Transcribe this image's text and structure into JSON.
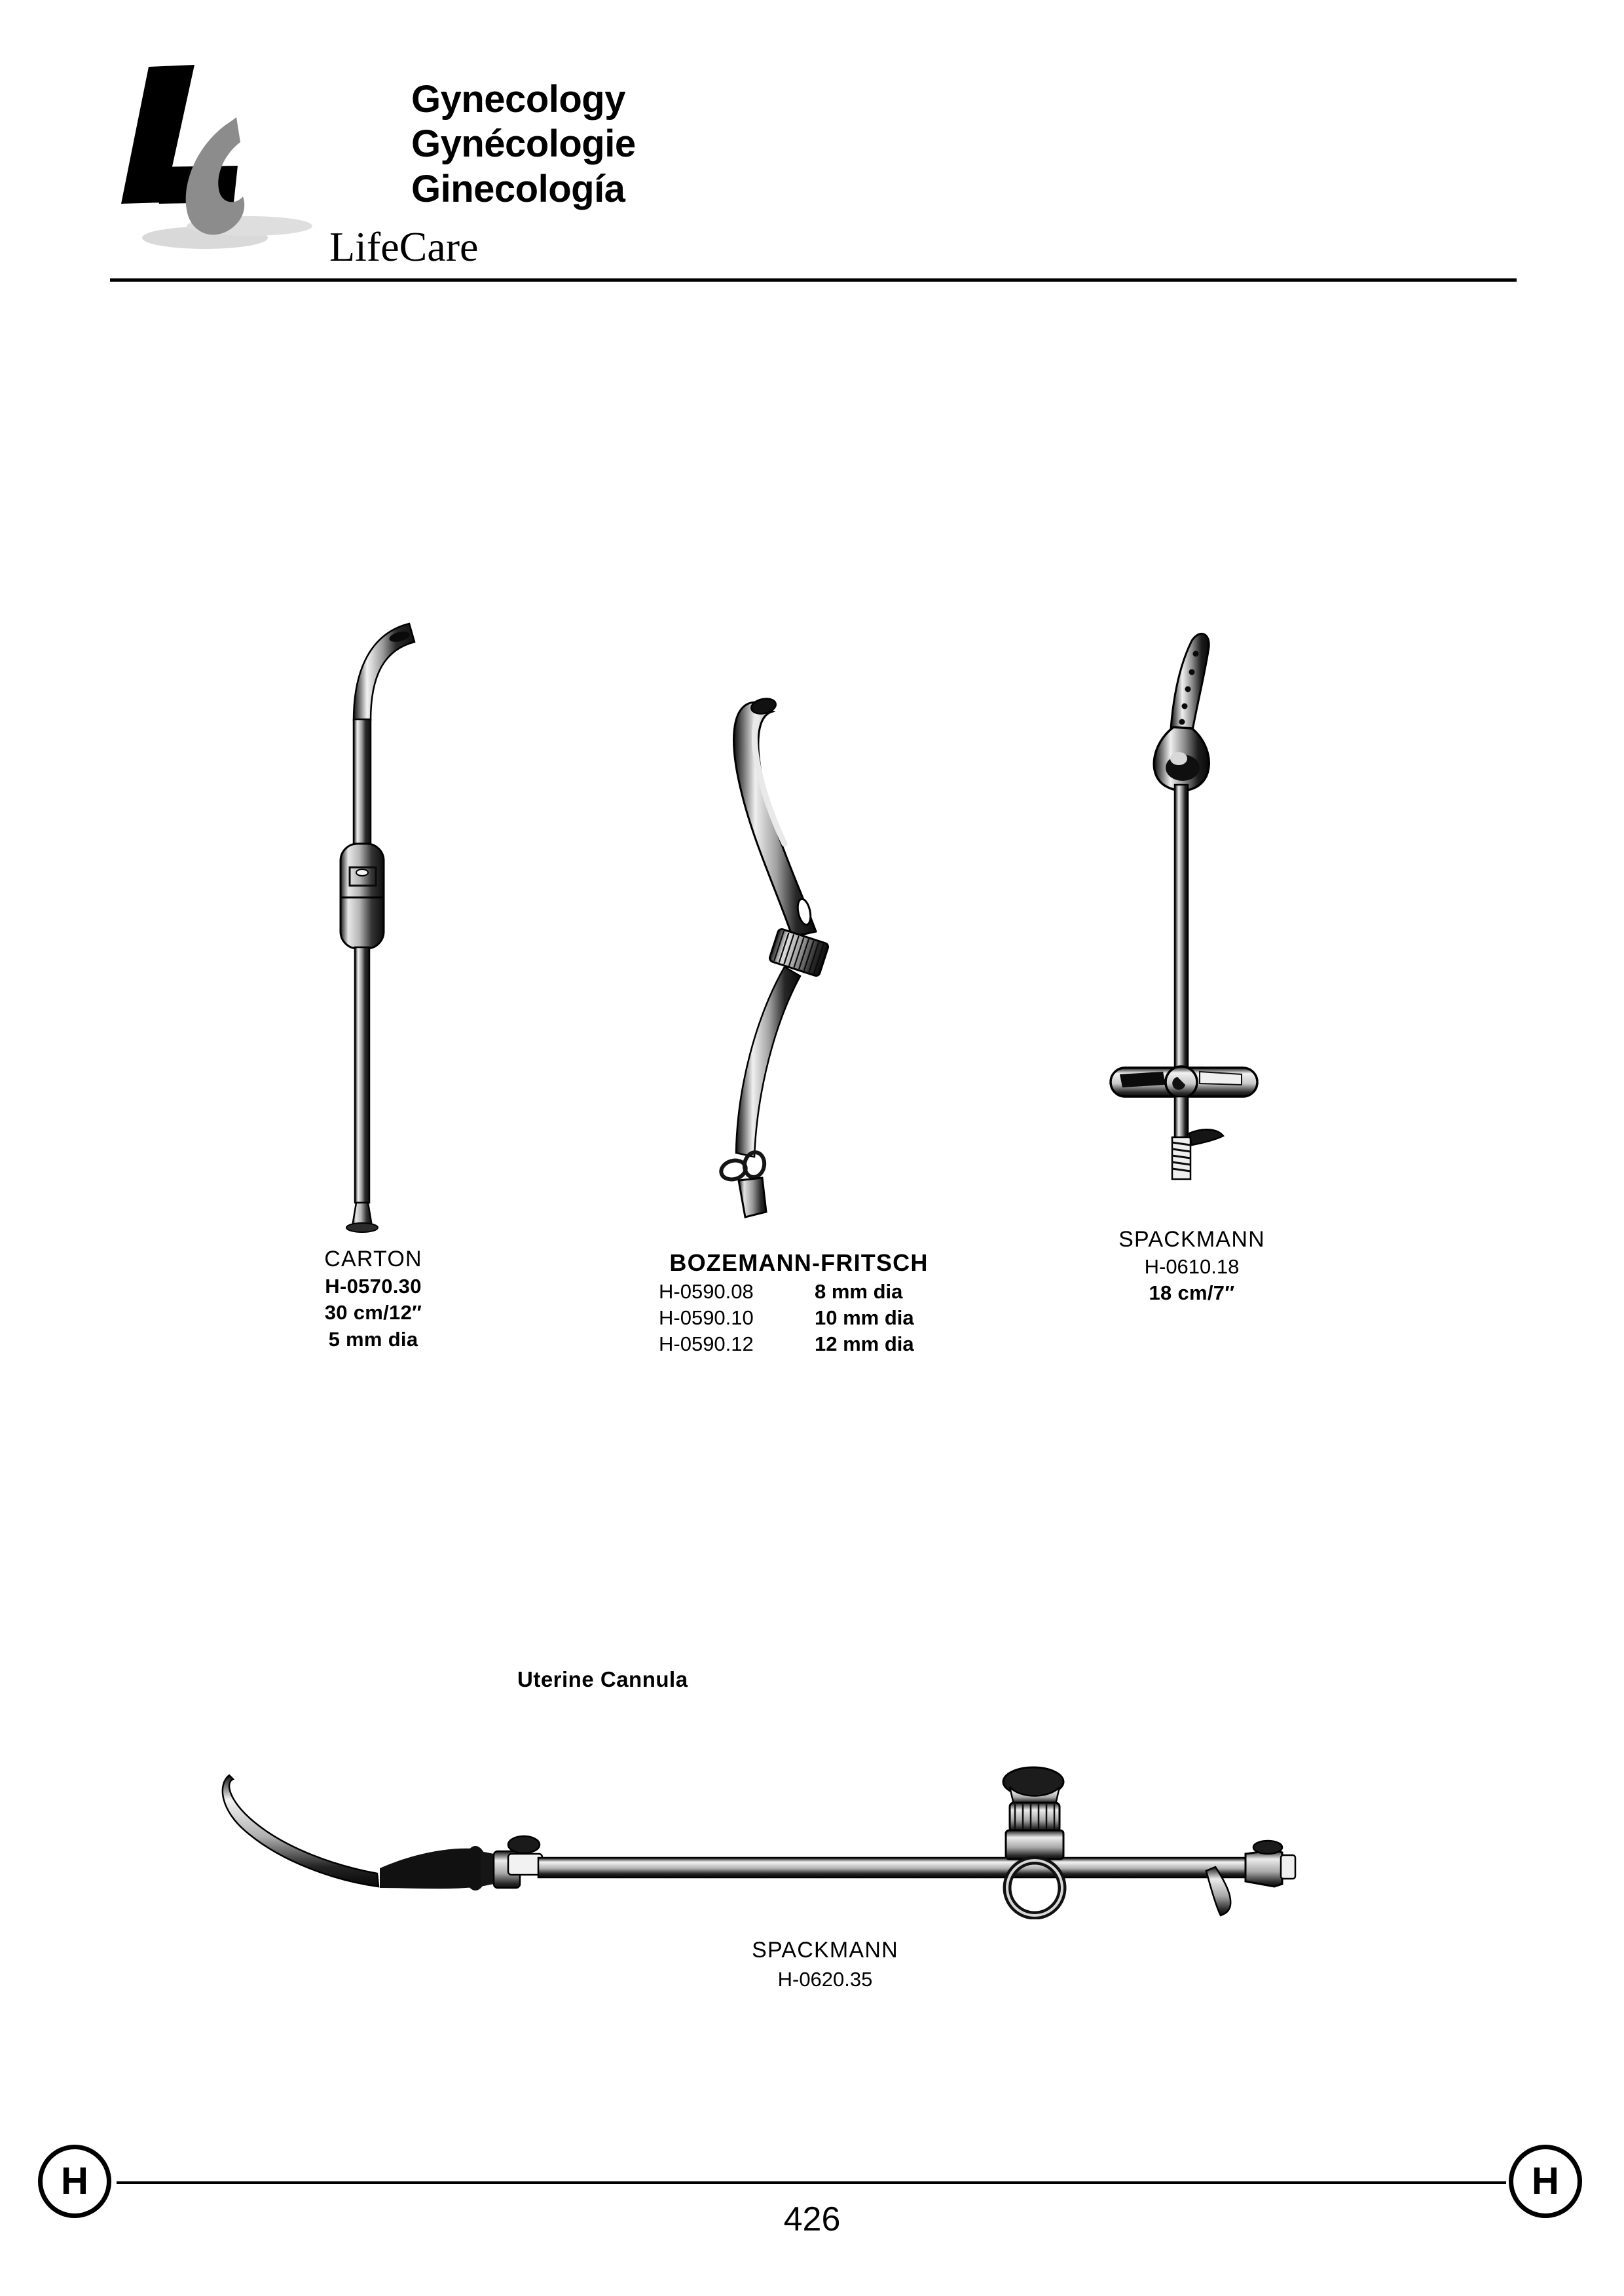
{
  "header": {
    "brand_name": "LifeCare",
    "titles": [
      "Gynecology",
      "Gynécologie",
      "Ginecología"
    ]
  },
  "figures": [
    {
      "name": "CARTON",
      "lines": [
        "H-0570.30",
        "30 cm/12″",
        "5 mm dia"
      ]
    },
    {
      "name": "BOZEMANN-FRITSCH",
      "rows": [
        {
          "code": "H-0590.08",
          "size": "8 mm dia"
        },
        {
          "code": "H-0590.10",
          "size": "10 mm dia"
        },
        {
          "code": "H-0590.12",
          "size": "12 mm dia"
        }
      ]
    },
    {
      "name": "SPACKMANN",
      "lines": [
        "H-0610.18",
        "18 cm/7″"
      ]
    }
  ],
  "section": {
    "label": "Uterine Cannula"
  },
  "bottom_figure": {
    "name": "SPACKMANN",
    "code": "H-0620.35"
  },
  "footer": {
    "tab_letter": "H",
    "page_number": "426"
  },
  "colors": {
    "ink": "#000000",
    "paper": "#ffffff",
    "logo_gray": "#8c8c8c",
    "logo_shadow": "#d6d6d6"
  }
}
